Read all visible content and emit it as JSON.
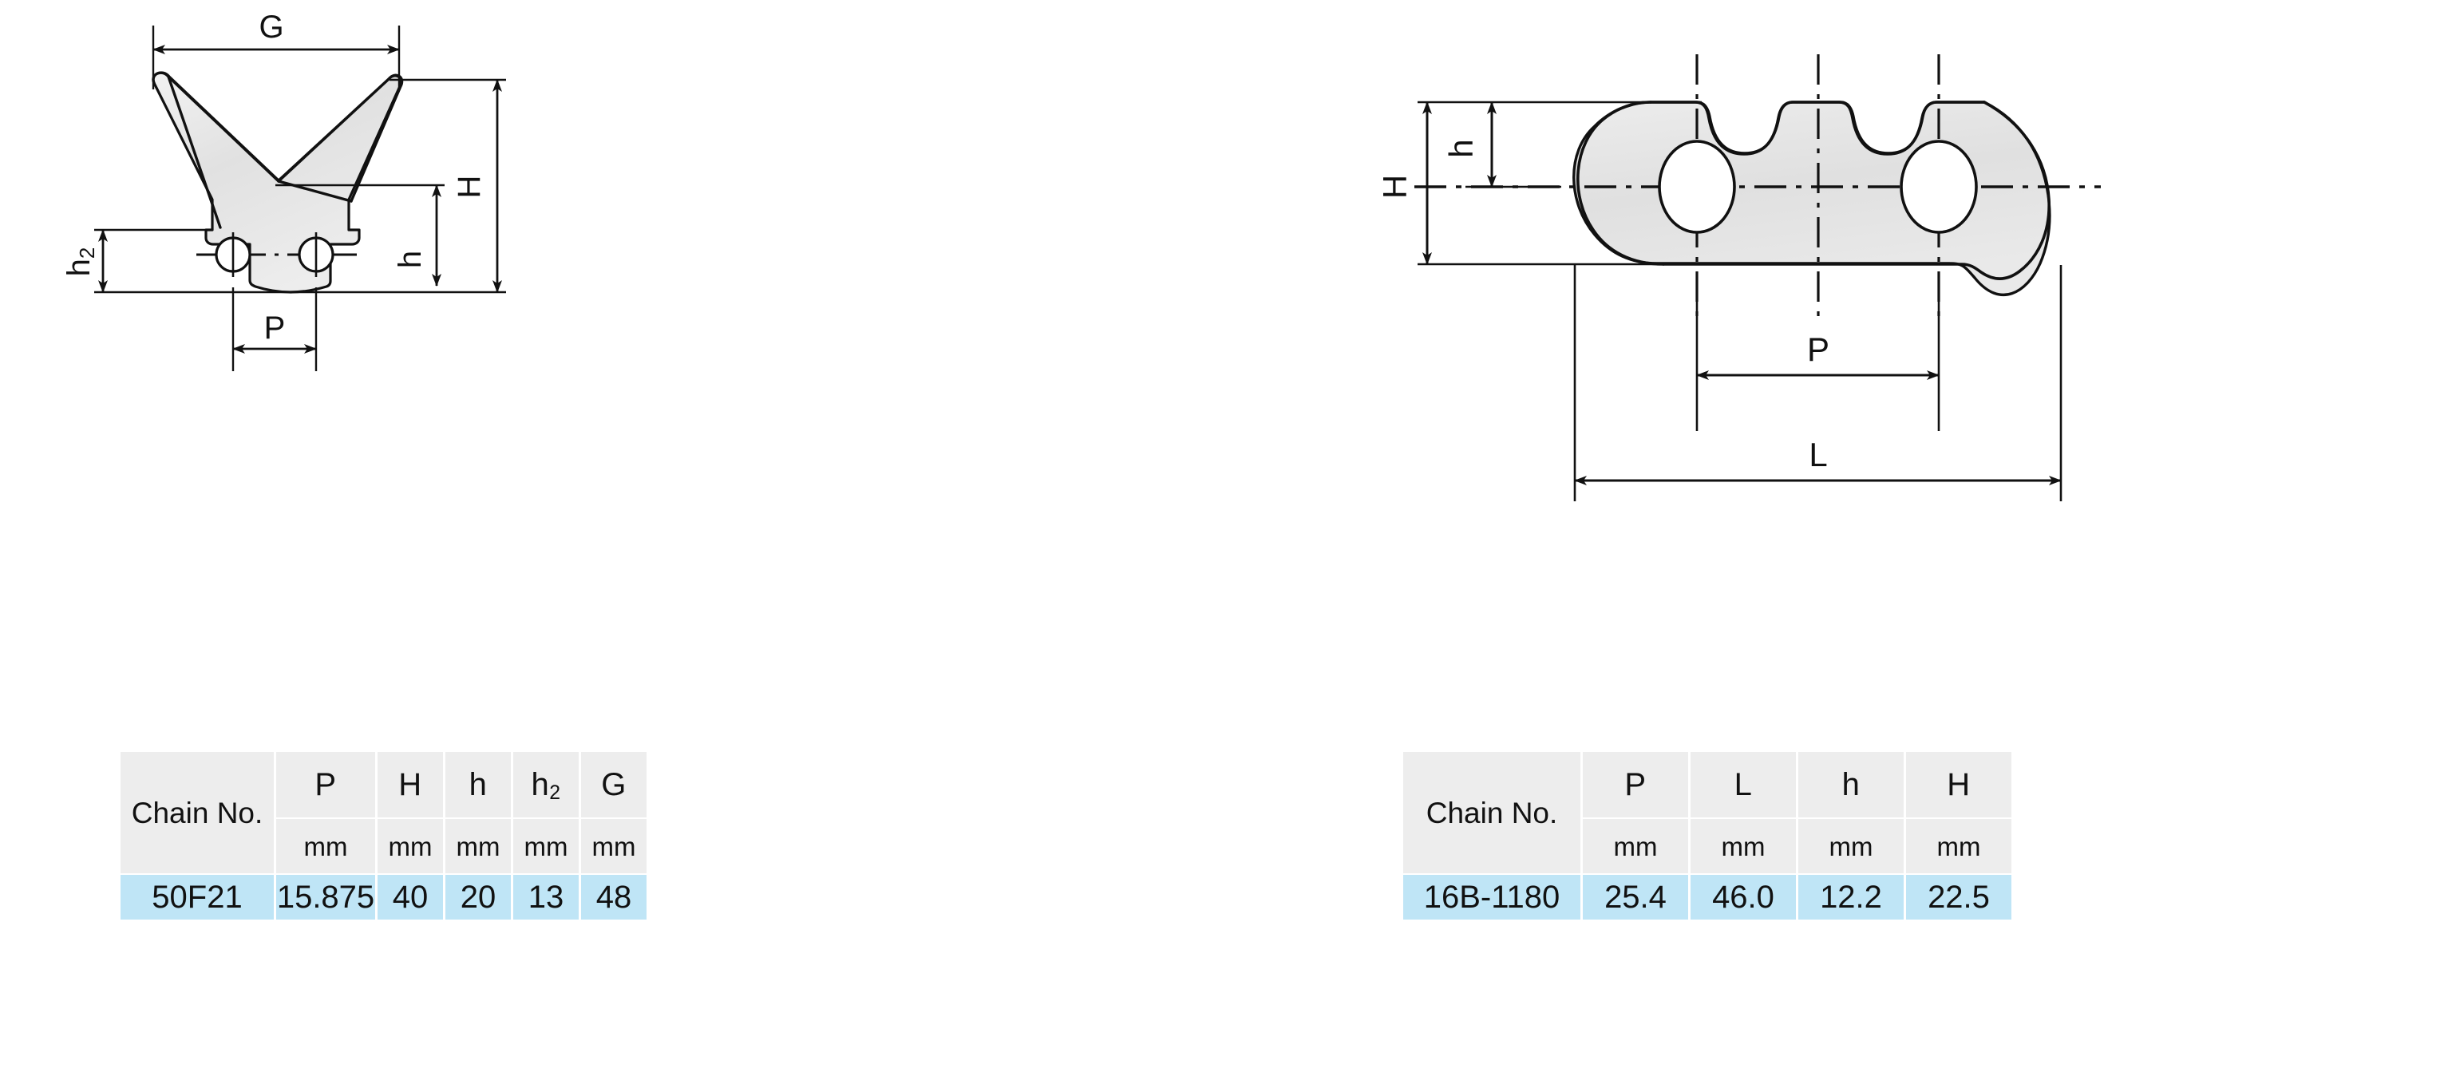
{
  "drawings": {
    "left": {
      "name": "chain-attachment-v-profile-front-view",
      "dimension_labels": {
        "g": "G",
        "h_upper": "H",
        "h_lower": "h",
        "h2": "h₂",
        "p": "P"
      }
    },
    "right": {
      "name": "chain-link-plate-side-view",
      "dimension_labels": {
        "h_upper": "H",
        "h_lower": "h",
        "p": "P",
        "l": "L"
      }
    }
  },
  "tables": {
    "left": {
      "name_header": "Chain No.",
      "columns": [
        {
          "symbol": "P",
          "sub": "",
          "unit": "mm"
        },
        {
          "symbol": "H",
          "sub": "",
          "unit": "mm"
        },
        {
          "symbol": "h",
          "sub": "",
          "unit": "mm"
        },
        {
          "symbol": "h",
          "sub": "2",
          "unit": "mm"
        },
        {
          "symbol": "G",
          "sub": "",
          "unit": "mm"
        }
      ],
      "rows": [
        {
          "chain_no": "50F21",
          "values": [
            "15.875",
            "40",
            "20",
            "13",
            "48"
          ]
        }
      ]
    },
    "right": {
      "name_header": "Chain No.",
      "columns": [
        {
          "symbol": "P",
          "sub": "",
          "unit": "mm"
        },
        {
          "symbol": "L",
          "sub": "",
          "unit": "mm"
        },
        {
          "symbol": "h",
          "sub": "",
          "unit": "mm"
        },
        {
          "symbol": "H",
          "sub": "",
          "unit": "mm"
        }
      ],
      "rows": [
        {
          "chain_no": "16B-1180",
          "values": [
            "25.4",
            "46.0",
            "12.2",
            "22.5"
          ]
        }
      ]
    }
  },
  "colors": {
    "header_bg": "#ededed",
    "data_row_bg": "#bfe5f6",
    "part_fill": "#e3e3e3",
    "line": "#111111",
    "page_bg": "#ffffff"
  }
}
